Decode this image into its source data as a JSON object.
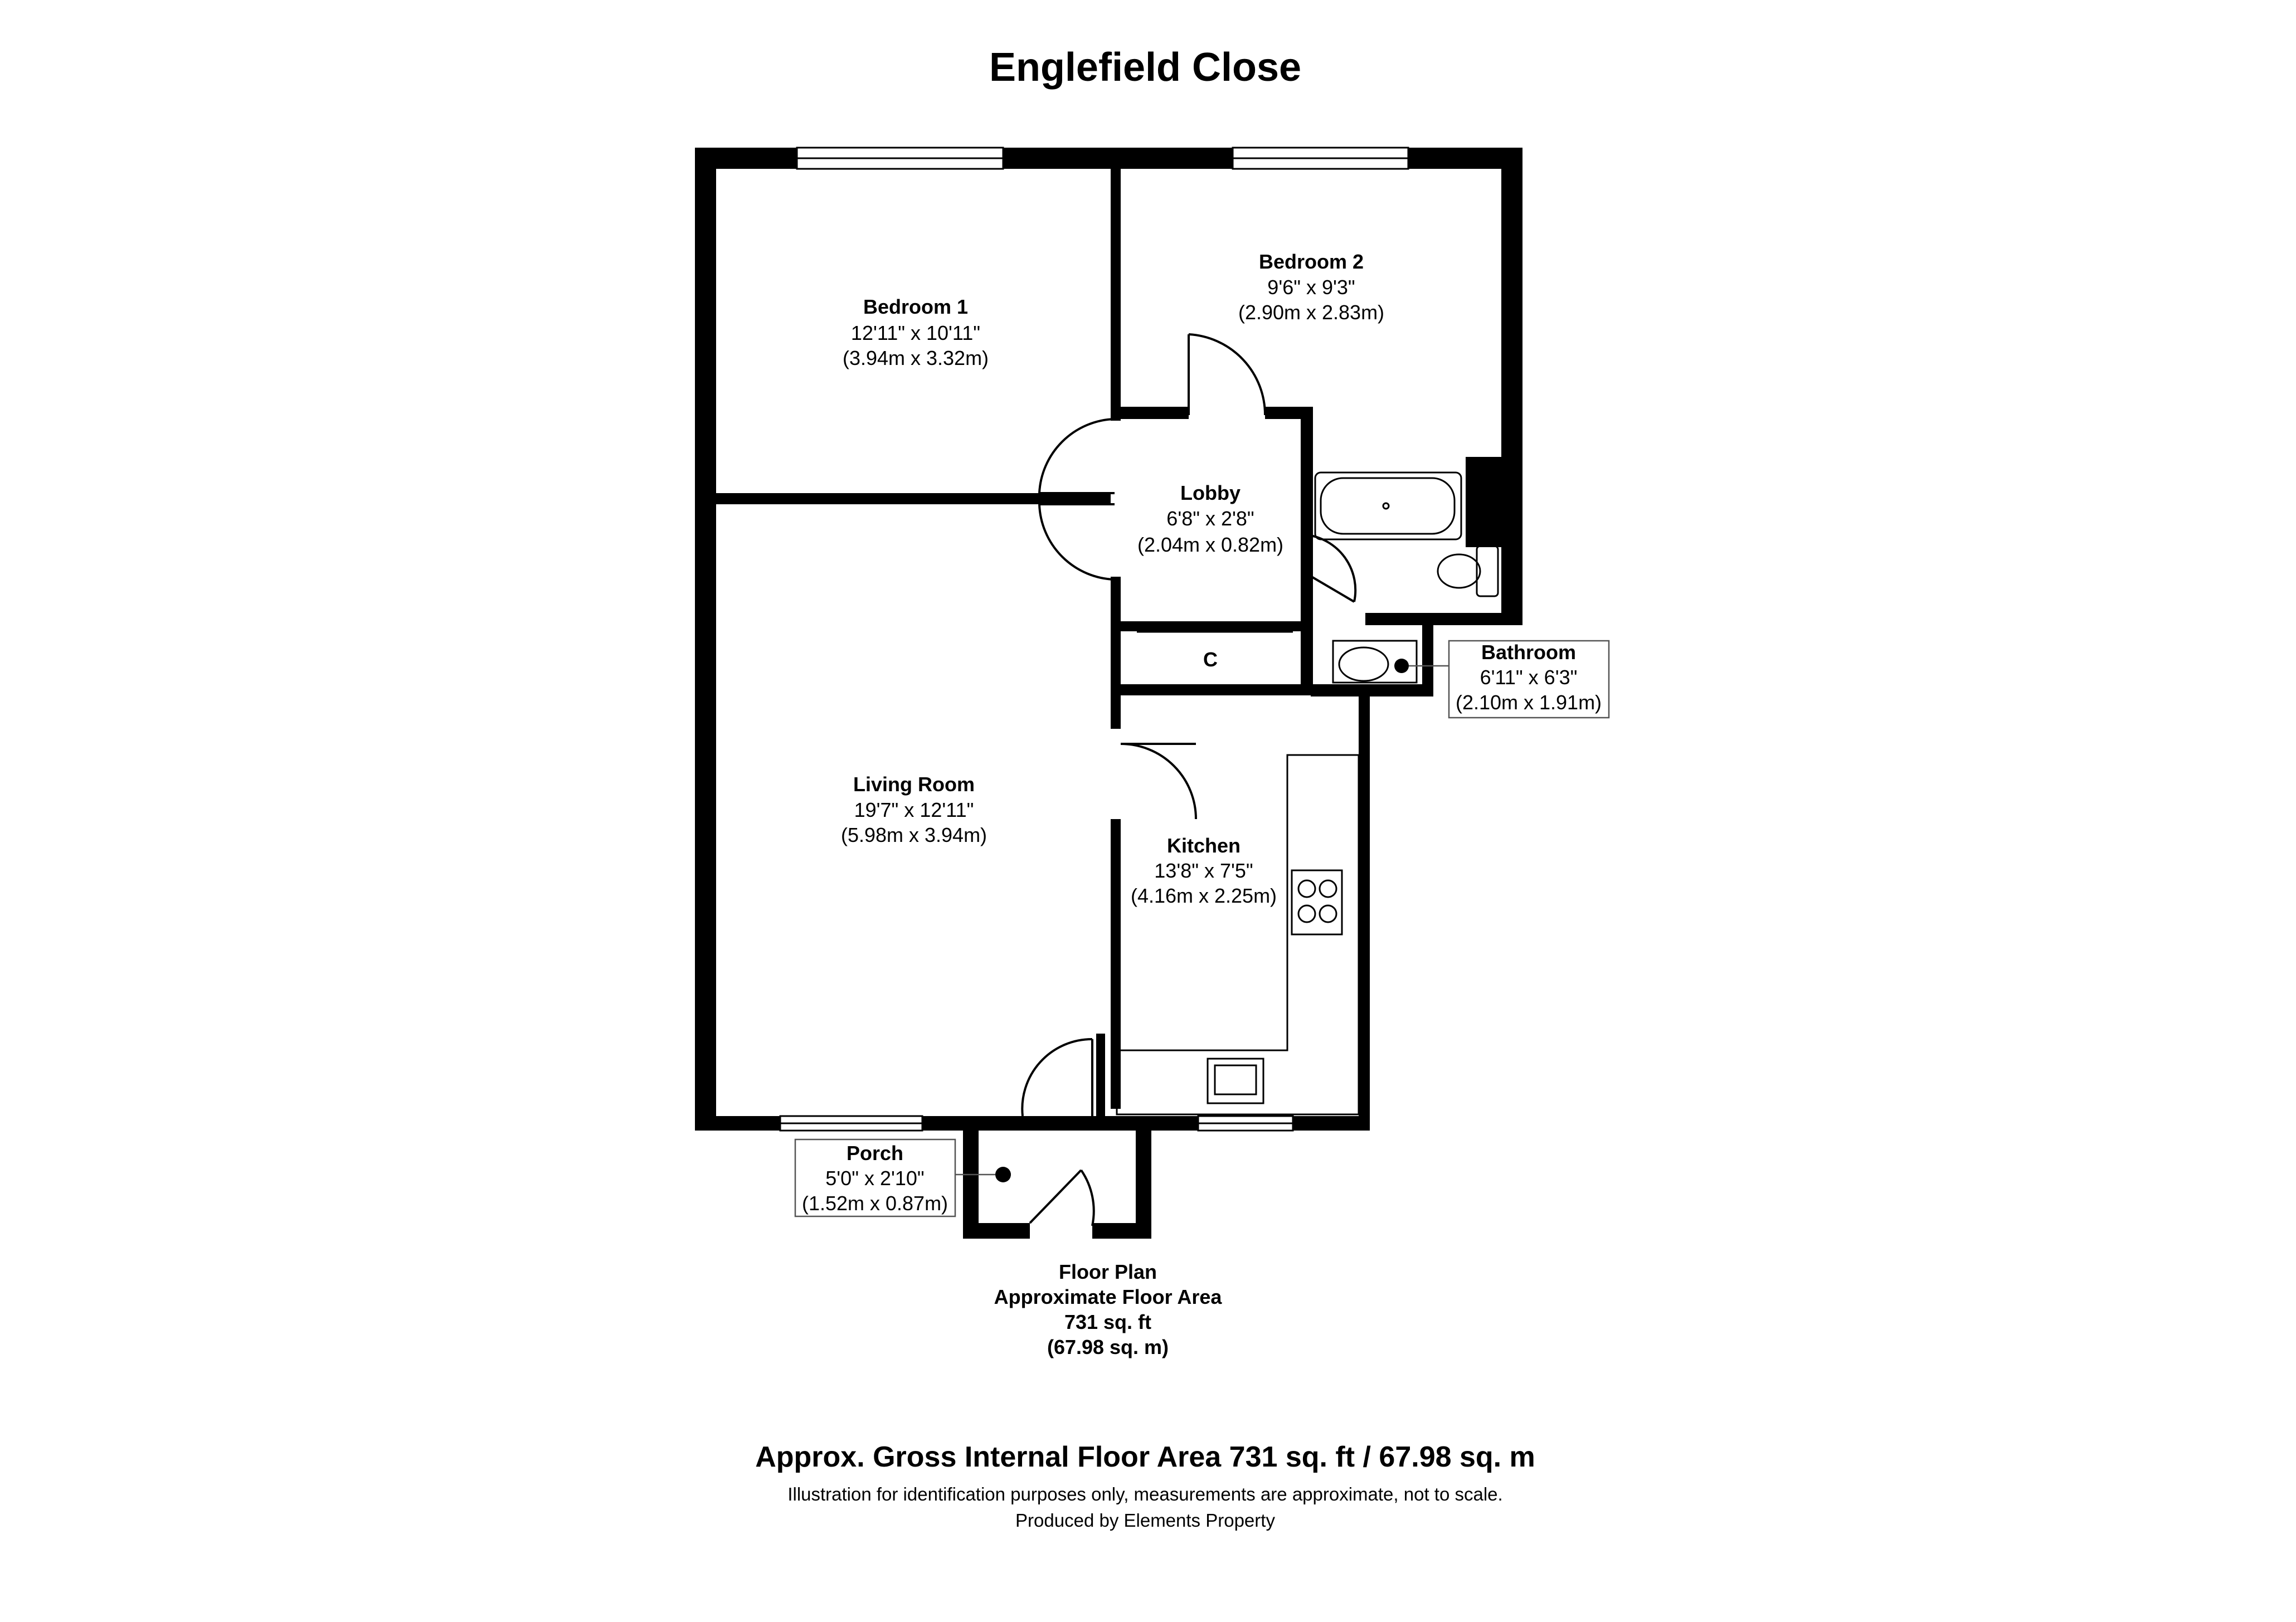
{
  "title": "Englefield Close",
  "rooms": {
    "bedroom1": {
      "name": "Bedroom 1",
      "imperial": "12'11\" x 10'11\"",
      "metric": "(3.94m x 3.32m)"
    },
    "bedroom2": {
      "name": "Bedroom 2",
      "imperial": "9'6\" x 9'3\"",
      "metric": "(2.90m x 2.83m)"
    },
    "lobby": {
      "name": "Lobby",
      "imperial": "6'8\" x 2'8\"",
      "metric": "(2.04m x 0.82m)"
    },
    "cupboard": {
      "name": "C"
    },
    "bathroom": {
      "name": "Bathroom",
      "imperial": "6'11\" x 6'3\"",
      "metric": "(2.10m x 1.91m)"
    },
    "living": {
      "name": "Living Room",
      "imperial": "19'7\" x 12'11\"",
      "metric": "(5.98m x 3.94m)"
    },
    "kitchen": {
      "name": "Kitchen",
      "imperial": "13'8\" x 7'5\"",
      "metric": "(4.16m x 2.25m)"
    },
    "porch": {
      "name": "Porch",
      "imperial": "5'0\" x 2'10\"",
      "metric": "(1.52m x 0.87m)"
    }
  },
  "floor_summary": {
    "line1": "Floor Plan",
    "line2": "Approximate Floor Area",
    "line3": "731 sq. ft",
    "line4": "(67.98 sq. m)"
  },
  "footer": {
    "gross": "Approx. Gross Internal Floor Area 731 sq. ft / 67.98 sq. m",
    "disclaimer": "Illustration for identification purposes only, measurements are approximate, not to scale.",
    "producer": "Produced by Elements Property"
  }
}
